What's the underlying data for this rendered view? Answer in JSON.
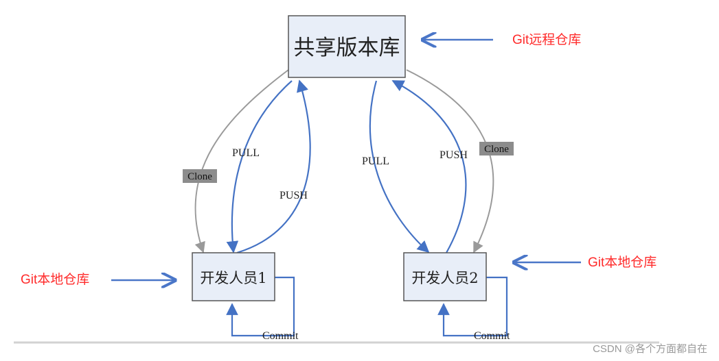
{
  "diagram": {
    "nodes": {
      "shared_repo": "共享版本库",
      "developer_1": "开发人员1",
      "developer_2": "开发人员2"
    },
    "edge_labels": {
      "clone_left": "Clone",
      "clone_right": "Clone",
      "pull_left": "PULL",
      "push_left": "PUSH",
      "pull_right": "PULL",
      "push_right": "PUSH",
      "commit_left": "Commit",
      "commit_right": "Commit"
    },
    "annotations": {
      "remote_repo": "Git远程仓库",
      "local_repo_left": "Git本地仓库",
      "local_repo_right": "Git本地仓库"
    }
  },
  "watermark": "CSDN @各个方面都自在",
  "colors": {
    "node_fill": "#e8eef8",
    "node_stroke": "#555555",
    "blue_arrow": "#4472c4",
    "gray_arrow": "#9a9a9a",
    "annotation_red": "#ff2a2a",
    "annotation_arrow": "#4a76c8",
    "clone_label_bg": "#8c8c8c",
    "baseline": "#cccccc",
    "watermark": "#999999"
  }
}
